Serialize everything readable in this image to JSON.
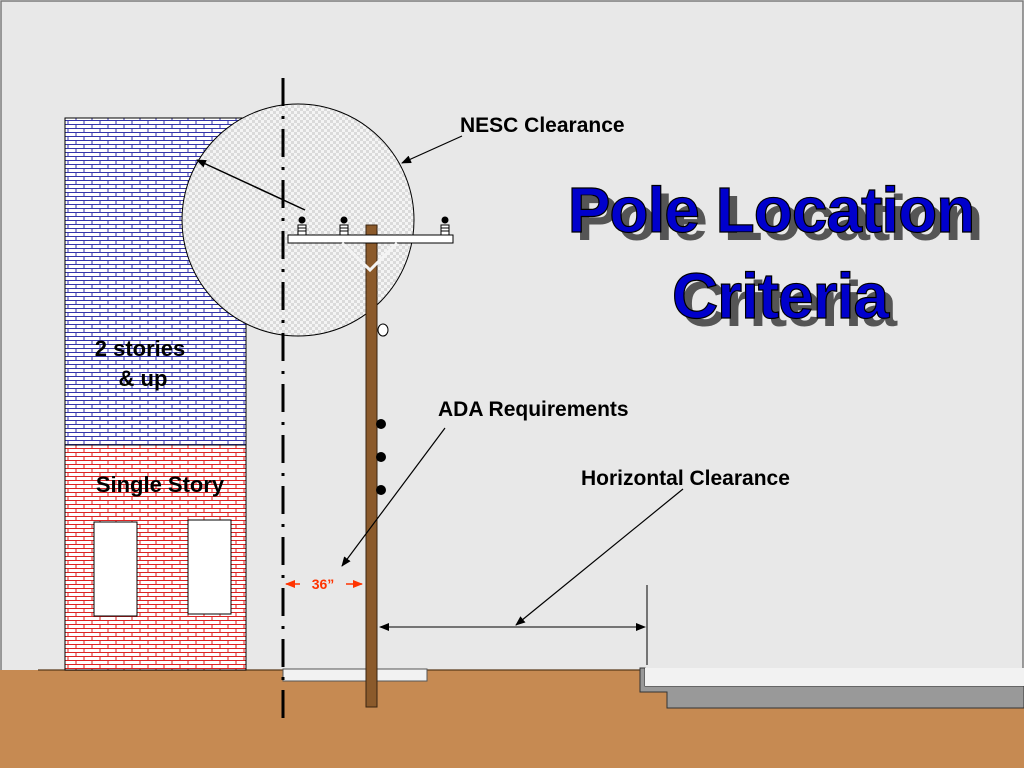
{
  "title": {
    "line1": "Pole Location",
    "line2": "Criteria",
    "color": "#0000cc",
    "shadow_color": "#555555"
  },
  "labels": {
    "nesc_clearance": "NESC Clearance",
    "ada_requirements": "ADA Requirements",
    "horizontal_clearance": "Horizontal Clearance",
    "measurement": "36”"
  },
  "building": {
    "upper_label_line1": "2 stories",
    "upper_label_line2": "& up",
    "lower_label": "Single Story",
    "upper_color": "#3333aa",
    "lower_color": "#dd2222"
  },
  "colors": {
    "background": "#e8e8e8",
    "ground": "#c68a52",
    "pole": "#8b5a2b",
    "sidewalk": "#999999",
    "arrow_accent": "#ff3300"
  }
}
